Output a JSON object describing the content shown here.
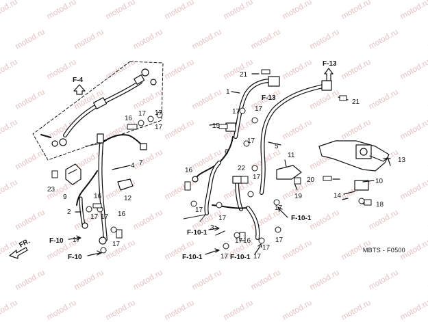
{
  "watermark": "motod.ru",
  "frame_code": "MBTS - F0500",
  "front_indicator": "FR.",
  "references": {
    "f4": "F-4",
    "f13_top": "F-13",
    "f13_mid": "F-13",
    "f10_a": "F-10",
    "f10_b": "F-10",
    "f10_1_a": "F-10-1",
    "f10_1_b": "F-10-1",
    "f10_1_c": "F-10-1",
    "f10_1_d": "F-10-1"
  },
  "callouts": {
    "c1": "1",
    "c2": "2",
    "c3": "3",
    "c4": "4",
    "c5": "5",
    "c6": "6",
    "c7": "7",
    "c9": "9",
    "c10": "10",
    "c11": "11",
    "c12": "12",
    "c13": "13",
    "c14": "14",
    "c15": "15",
    "c16a": "16",
    "c16b": "16",
    "c16c": "16",
    "c16d": "16",
    "c16e": "16",
    "c17a": "17",
    "c17b": "17",
    "c17c": "17",
    "c17d": "17",
    "c17e": "17",
    "c17f": "17",
    "c17g": "17",
    "c17h": "17",
    "c17i": "17",
    "c17j": "17",
    "c17k": "17",
    "c17l": "17",
    "c17m": "17",
    "c17n": "17",
    "c17o": "17",
    "c17p": "17",
    "c17q": "17",
    "c17r": "17",
    "c17s": "17",
    "c18": "18",
    "c19": "19",
    "c20": "20",
    "c21a": "21",
    "c21b": "21",
    "c22": "22",
    "c23": "23"
  }
}
